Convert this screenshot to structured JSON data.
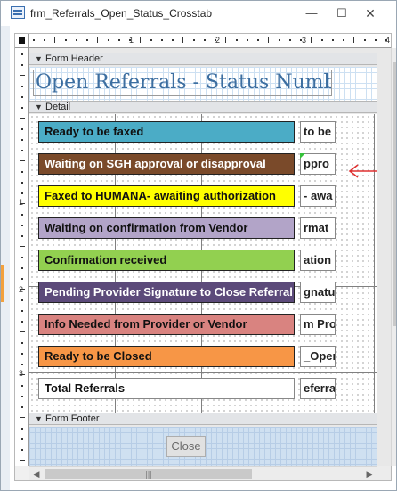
{
  "window": {
    "title": "frm_Referrals_Open_Status_Crosstab",
    "minimize_glyph": "—",
    "maximize_glyph": "☐",
    "close_glyph": "✕"
  },
  "rulers": {
    "horizontal_numbers": [
      "1",
      "2",
      "3",
      "4"
    ],
    "vertical_numbers": [
      "1",
      "2",
      "3"
    ]
  },
  "sections": {
    "header": "Form Header",
    "detail": "Detail",
    "footer": "Form Footer"
  },
  "header": {
    "title": "Open Referrals - Status Numbers"
  },
  "rows": [
    {
      "label": "Ready to be faxed",
      "field": "to be",
      "color": "#4bacc6"
    },
    {
      "label": "Waiting on SGH approval or disapproval",
      "field": "ppro",
      "color": "#7a4a2a"
    },
    {
      "label": "Faxed to HUMANA- awaiting authorization",
      "field": "- awa",
      "color": "#ffff00"
    },
    {
      "label": "Waiting on confirmation from Vendor",
      "field": "rmat",
      "color": "#b2a4c8"
    },
    {
      "label": "Confirmation received",
      "field": "ation",
      "color": "#92d050"
    },
    {
      "label": "Pending Provider Signature to Close Referral",
      "field": "gnatu",
      "color": "#5c4a7a"
    },
    {
      "label": "Info Needed from Provider or Vendor",
      "field": "m Pro",
      "color": "#d98380"
    },
    {
      "label": "Ready to be Closed",
      "field": "_Oper",
      "color": "#f79646"
    },
    {
      "label": "Total Referrals",
      "field": "eferra",
      "color": "#ffffff"
    }
  ],
  "footer": {
    "close_label": "Close"
  },
  "colors": {
    "title_text": "#3c6ea0",
    "annotation_arrow": "#e03030",
    "footer_band": "#cfe0f1"
  }
}
